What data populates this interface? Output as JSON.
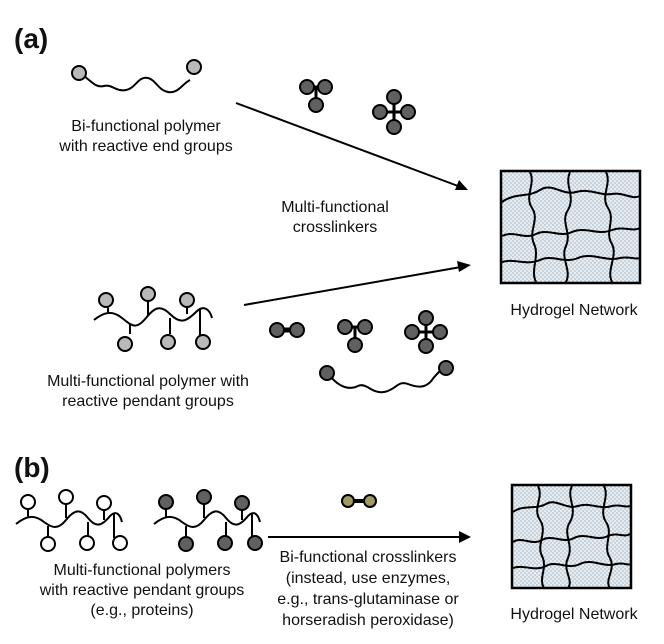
{
  "panel_a": {
    "label": "(a)",
    "bifunctional_line1": "Bi-functional polymer",
    "bifunctional_line2": "with reactive end groups",
    "crosslinkers_line1": "Multi-functional",
    "crosslinkers_line2": "crosslinkers",
    "multifunctional_line1": "Multi-functional polymer with",
    "multifunctional_line2": "reactive pendant groups",
    "network_label": "Hydrogel Network"
  },
  "panel_b": {
    "label": "(b)",
    "polymers_line1": "Multi-functional polymers",
    "polymers_line2": "with reactive pendant groups",
    "polymers_line3": "(e.g., proteins)",
    "crosslinkers_line1": "Bi-functional crosslinkers",
    "crosslinkers_line2": "(instead, use enzymes,",
    "crosslinkers_line3": "e.g., trans-glutaminase or",
    "crosslinkers_line4": "horseradish peroxidase)",
    "network_label": "Hydrogel Network"
  },
  "colors": {
    "light_node": "#b9b9b9",
    "dark_node": "#606060",
    "open_node": "#ffffff",
    "enzyme_node": "#a39a62",
    "network_fill": "#dfe8ef",
    "line": "#000000"
  }
}
